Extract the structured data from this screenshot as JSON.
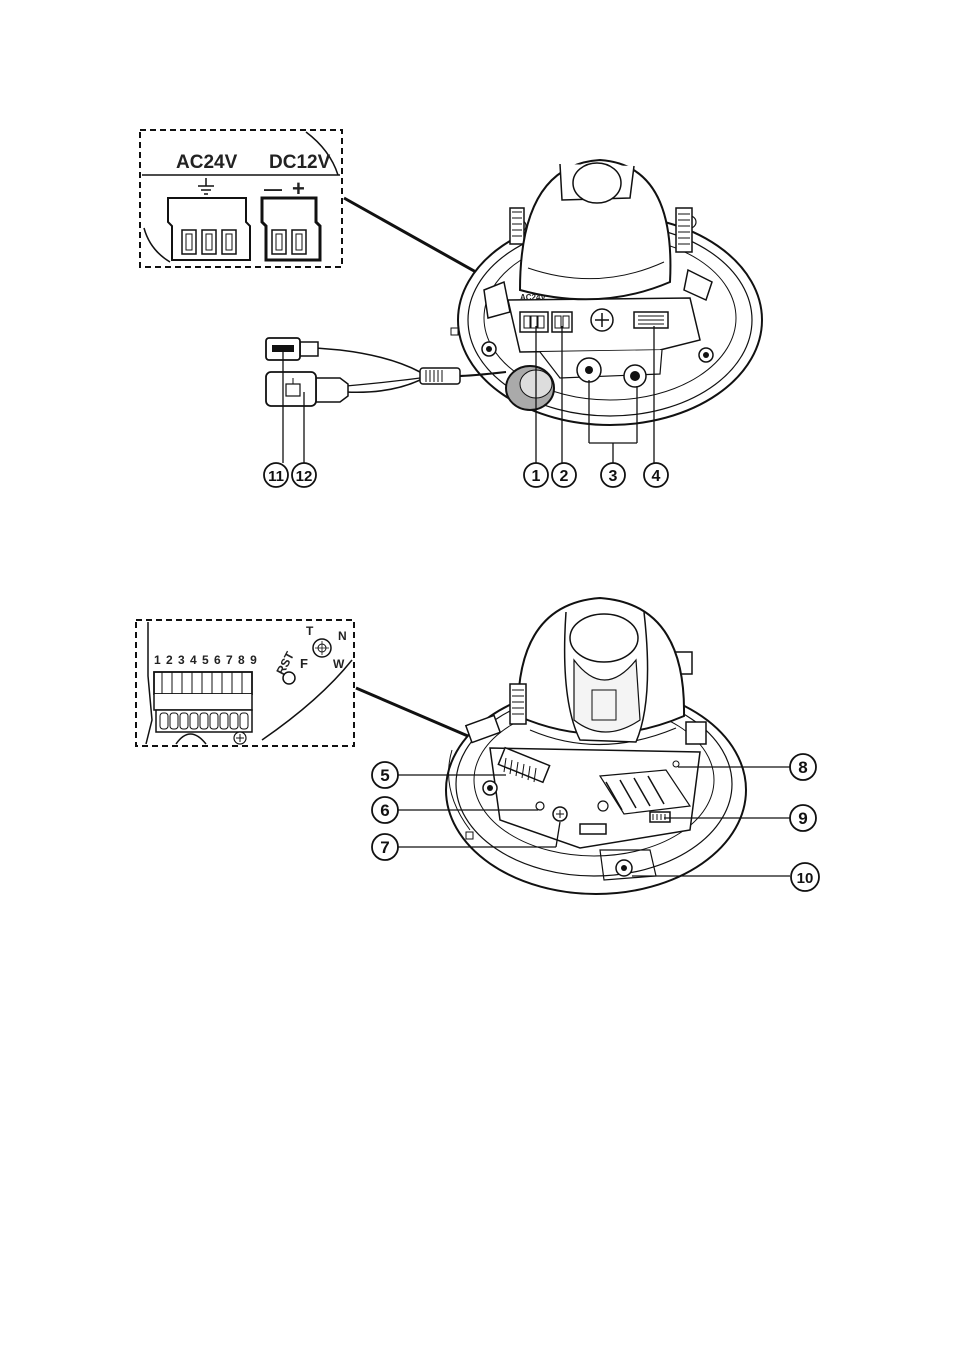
{
  "figure1": {
    "inset": {
      "ac_label": "AC24V",
      "dc_label": "DC12V",
      "ground_symbol": "ground-symbol",
      "dc_minus": "—",
      "dc_plus": "+"
    },
    "board_text": "AC24V",
    "callouts": [
      "1",
      "2",
      "3",
      "4",
      "11",
      "12"
    ]
  },
  "figure2": {
    "inset": {
      "pin_numbers": "1 2 3 4 5 6 7 8 9",
      "rst_label": "RST",
      "focus_f": "F",
      "focus_t": "T",
      "focus_n": "N",
      "focus_w": "W"
    },
    "callouts": [
      "5",
      "6",
      "7",
      "8",
      "9",
      "10"
    ]
  },
  "colors": {
    "ink": "#111111",
    "paper": "#ffffff",
    "shade": "#d8d8d8"
  }
}
